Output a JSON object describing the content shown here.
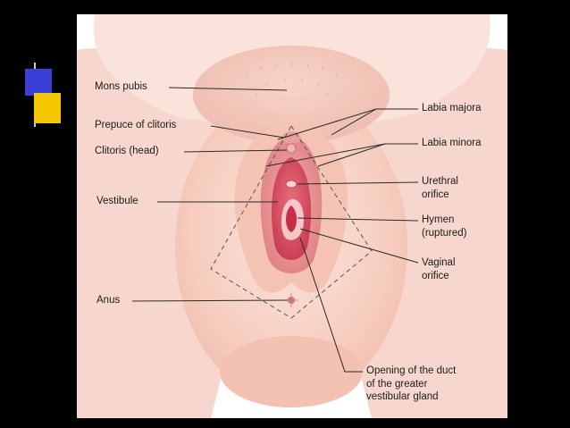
{
  "diagram": {
    "labels": {
      "mons_pubis": "Mons pubis",
      "prepuce_of_clitoris": "Prepuce of clitoris",
      "clitoris_head": "Clitoris (head)",
      "vestibule": "Vestibule",
      "anus": "Anus",
      "labia_majora": "Labia majora",
      "labia_minora": "Labia minora",
      "urethral_orifice_1": "Urethral",
      "urethral_orifice_2": "orifice",
      "hymen_1": "Hymen",
      "hymen_2": "(ruptured)",
      "vaginal_orifice_1": "Vaginal",
      "vaginal_orifice_2": "orifice",
      "duct_1": "Opening of the duct",
      "duct_2": "of the greater",
      "duct_3": "vestibular gland"
    }
  },
  "colors": {
    "background": "#000000",
    "panel": "#ffffff",
    "skin_light": "#f8d8cf",
    "skin_mid": "#f2b9ab",
    "labia_minora": "#e98f8f",
    "vestibule": "#d8495e",
    "deco_blue": "#3b3fd6",
    "deco_yellow": "#f4c700"
  }
}
